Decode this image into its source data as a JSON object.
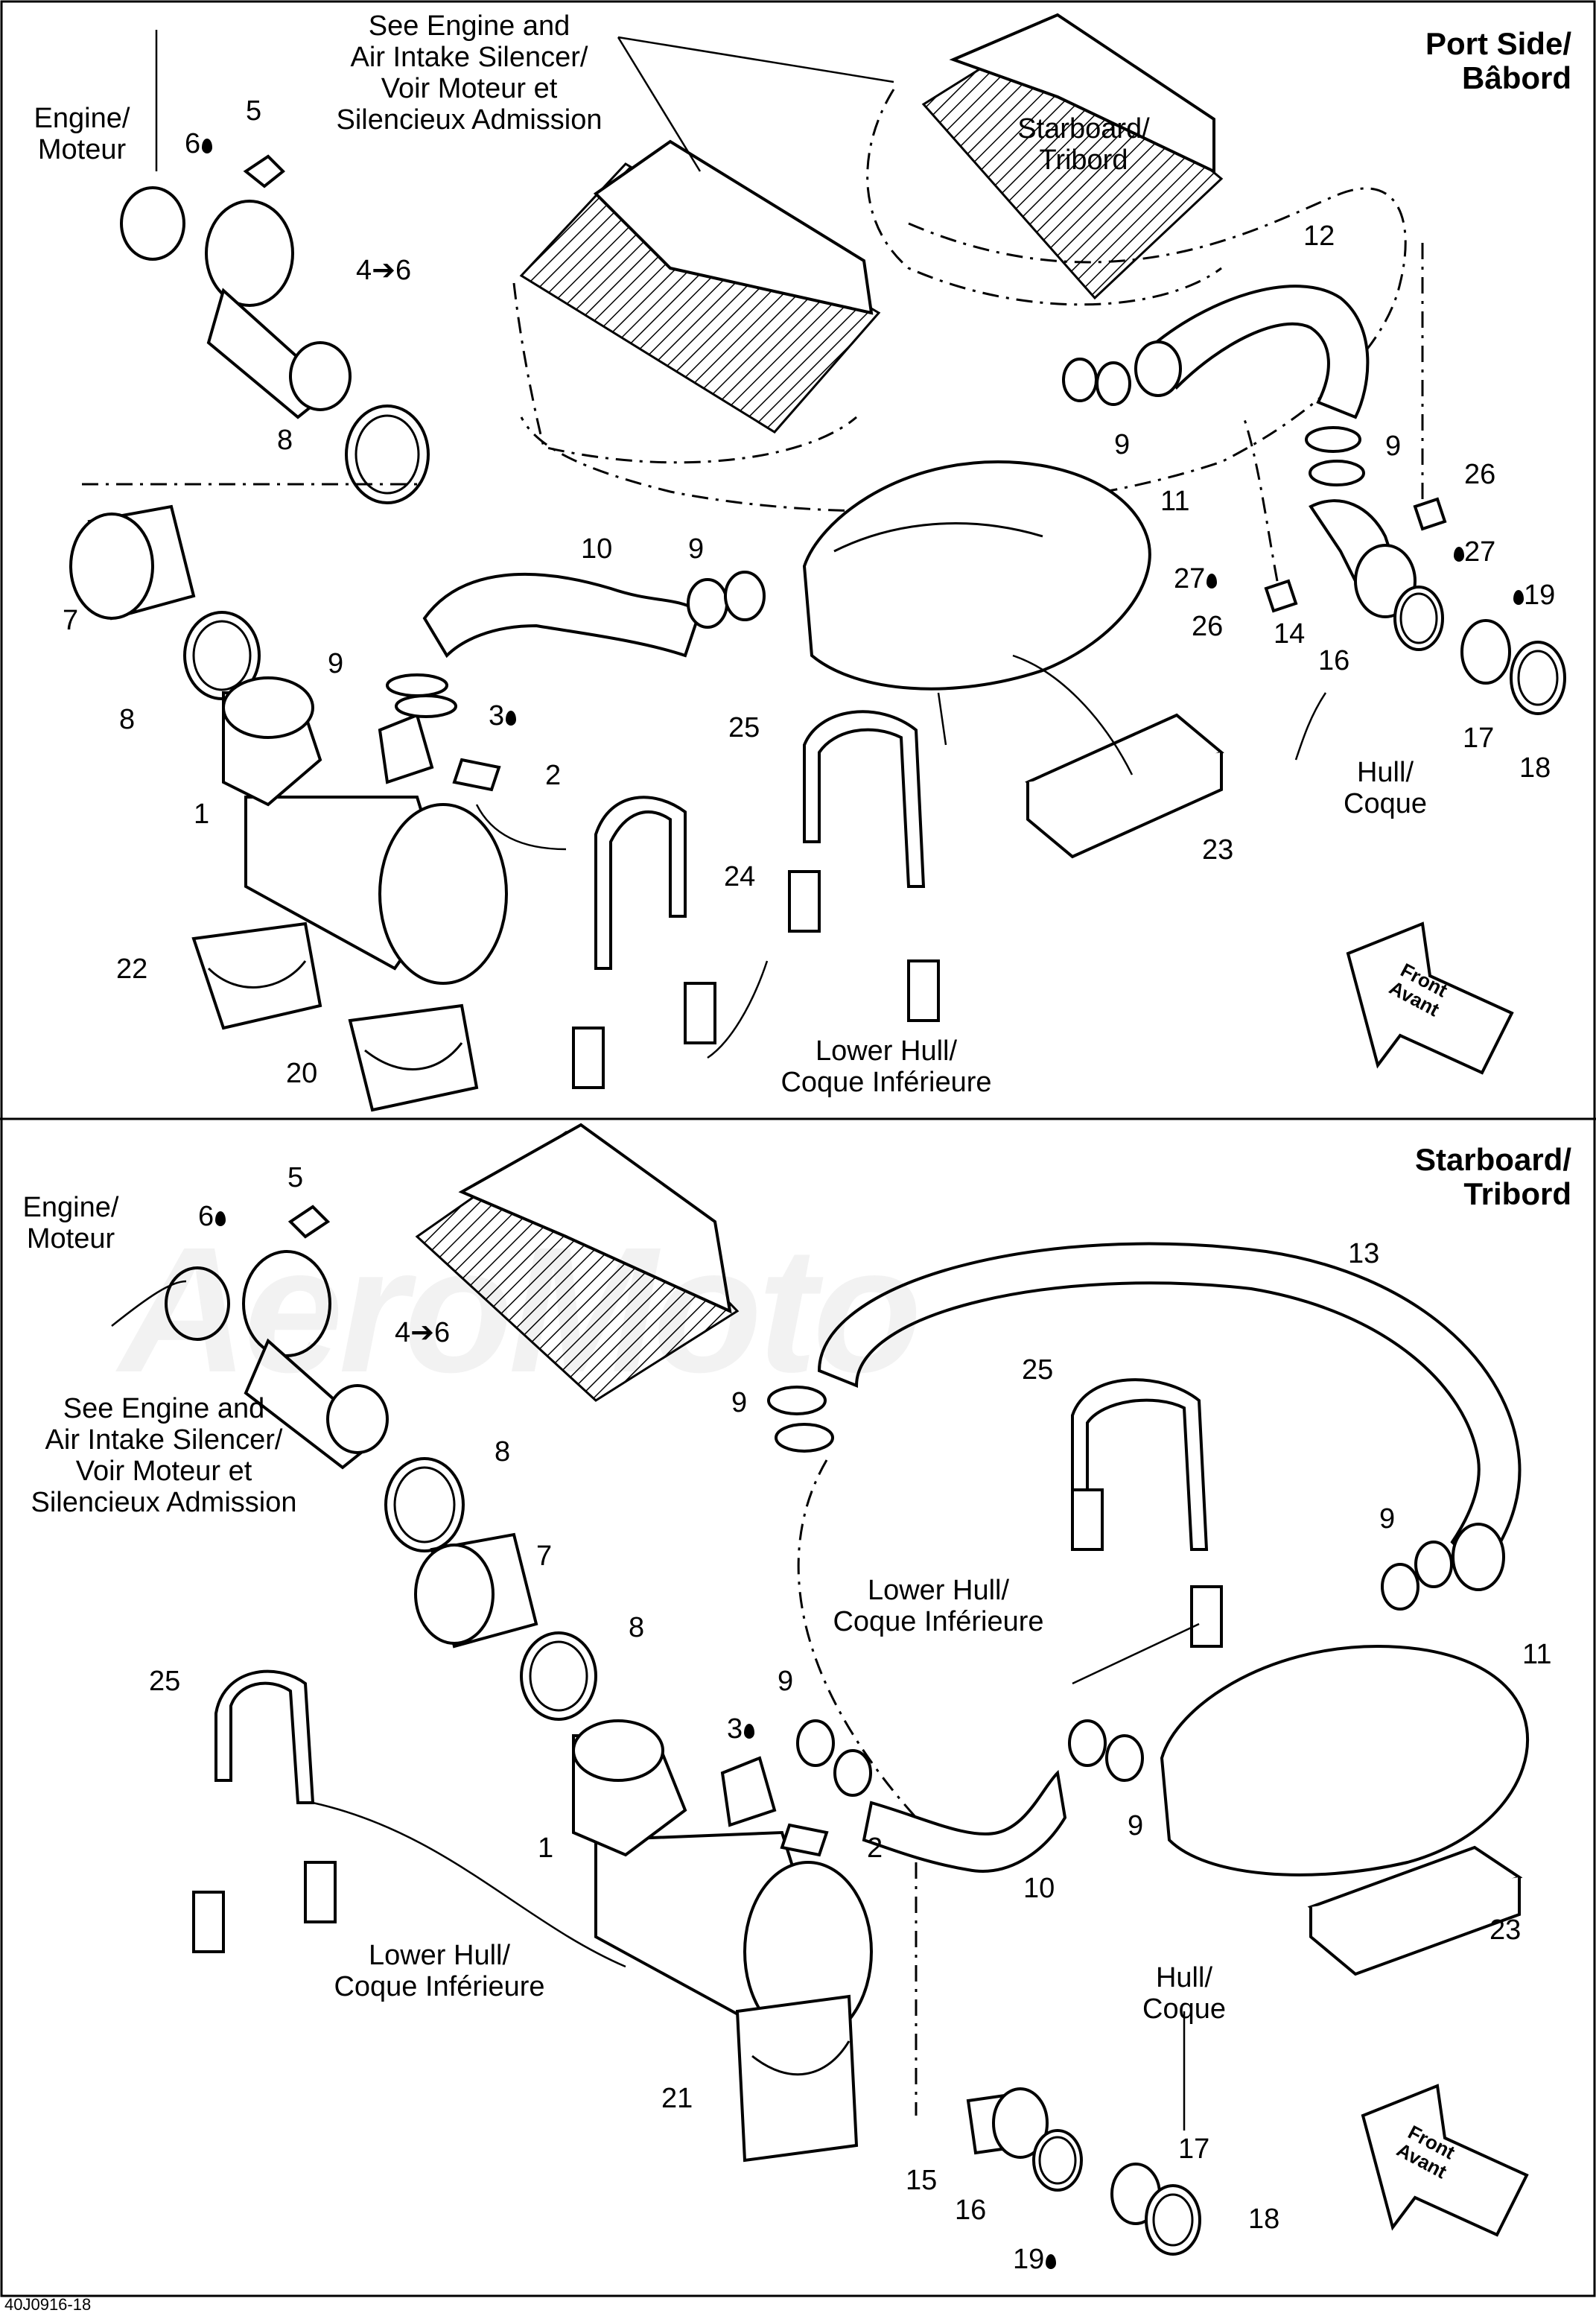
{
  "headings": {
    "top": "Port Side/\nBâbord",
    "bottom": "Starboard/\nTribord"
  },
  "labels": {
    "engine": "Engine/\nMoteur",
    "see_engine_top": "See Engine and\nAir Intake Silencer/\nVoir Moteur et\nSilencieux Admission",
    "see_engine_bottom": "See Engine and\nAir Intake Silencer/\nVoir Moteur et\nSilencieux Admission",
    "starboard_top": "Starboard/\nTribord",
    "hull": "Hull/\nCoque",
    "lower_hull": "Lower Hull/\nCoque Inférieure",
    "front": "Front\nAvant"
  },
  "callouts": {
    "n1": "1",
    "n2": "2",
    "n3": "3",
    "n4_6": "4➔6",
    "n5": "5",
    "n6": "6",
    "n7": "7",
    "n8": "8",
    "n9": "9",
    "n10": "10",
    "n11": "11",
    "n12": "12",
    "n13": "13",
    "n14": "14",
    "n15": "15",
    "n16": "16",
    "n17": "17",
    "n18": "18",
    "n19": "19",
    "n20": "20",
    "n21": "21",
    "n22": "22",
    "n23": "23",
    "n24": "24",
    "n25": "25",
    "n26": "26",
    "n27": "27"
  },
  "watermark": "AeroMoto",
  "drawing_code": "40J0916-18",
  "icons": [
    "oil-drop-icon",
    "front-arrow-icon"
  ]
}
